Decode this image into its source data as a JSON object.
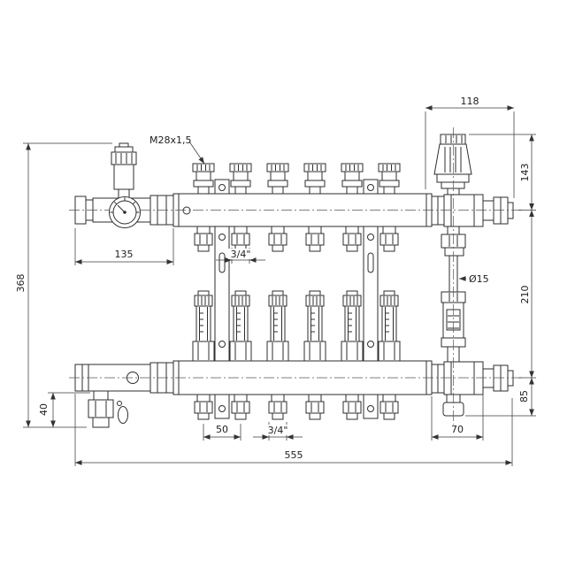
{
  "drawing": {
    "background": "#ffffff",
    "line_color": "#2e2e2e",
    "callouts": {
      "thread": "M28x1,5",
      "pipe_diameter": "Ø15"
    },
    "dimensions": {
      "top_width": "118",
      "head_height": "143",
      "axis_spacing": "210",
      "bottom_valve_height": "85",
      "valve_width": "70",
      "total_width": "555",
      "total_height": "368",
      "drain_height": "40",
      "gauge_section_width": "135",
      "outlet_spacing": "50",
      "outlet_thread_top": "3/4\"",
      "outlet_thread_bottom": "3/4\""
    }
  }
}
